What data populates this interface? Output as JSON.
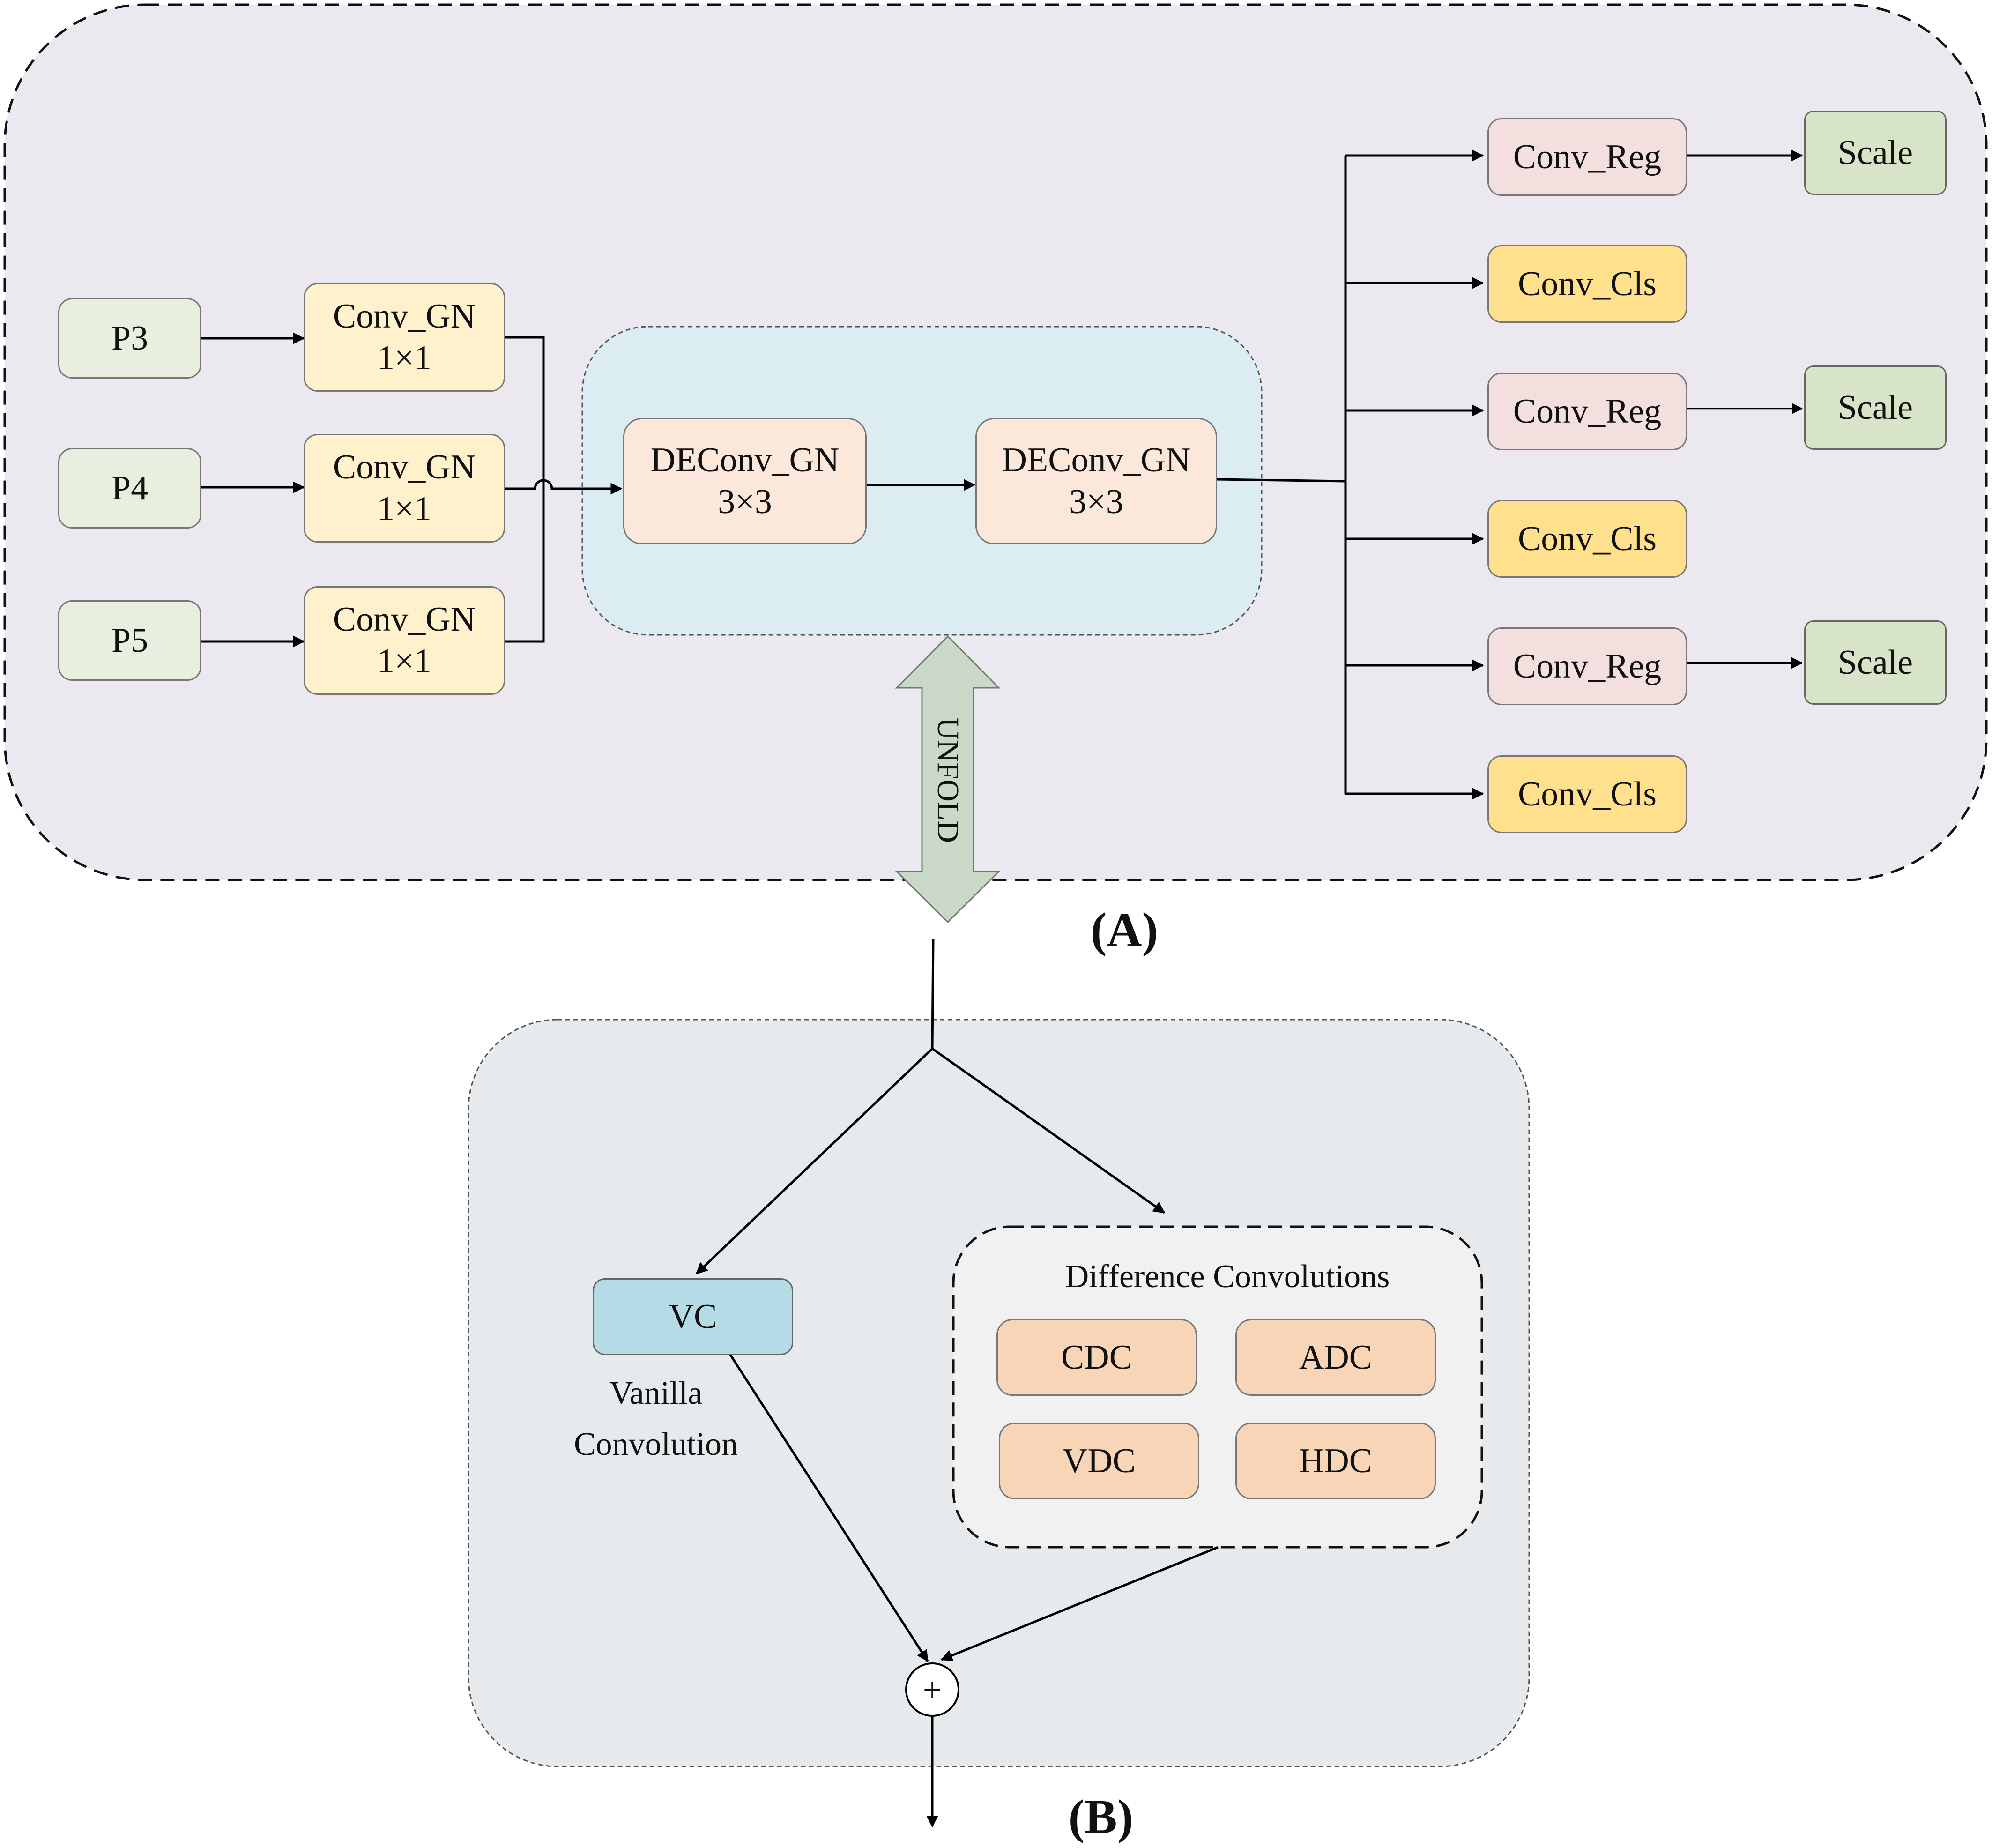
{
  "panel_a": {
    "label": "(A)",
    "inputs": [
      "P3",
      "P4",
      "P5"
    ],
    "conv_gn": [
      {
        "line1": "Conv_GN",
        "line2": "1×1"
      },
      {
        "line1": "Conv_GN",
        "line2": "1×1"
      },
      {
        "line1": "Conv_GN",
        "line2": "1×1"
      }
    ],
    "deconv": [
      {
        "line1": "DEConv_GN",
        "line2": "3×3"
      },
      {
        "line1": "DEConv_GN",
        "line2": "3×3"
      }
    ],
    "unfold_label": "UNFOLD",
    "heads": {
      "reg": "Conv_Reg",
      "cls": "Conv_Cls",
      "scale": "Scale"
    }
  },
  "panel_b": {
    "label": "(B)",
    "vc": "VC",
    "vc_caption_line1": "Vanilla",
    "vc_caption_line2": "Convolution",
    "dc_title": "Difference Convolutions",
    "dc_items": [
      "CDC",
      "ADC",
      "VDC",
      "HDC"
    ],
    "sum_symbol": "+"
  },
  "colors": {
    "panel_a_bg": "#ece8f0",
    "deconv_group_bg": "#dbedf3",
    "panel_b_bg": "#e7eaec",
    "dc_group_bg": "#f1f1f1",
    "unfold_arrow": "#c9d8c7"
  }
}
